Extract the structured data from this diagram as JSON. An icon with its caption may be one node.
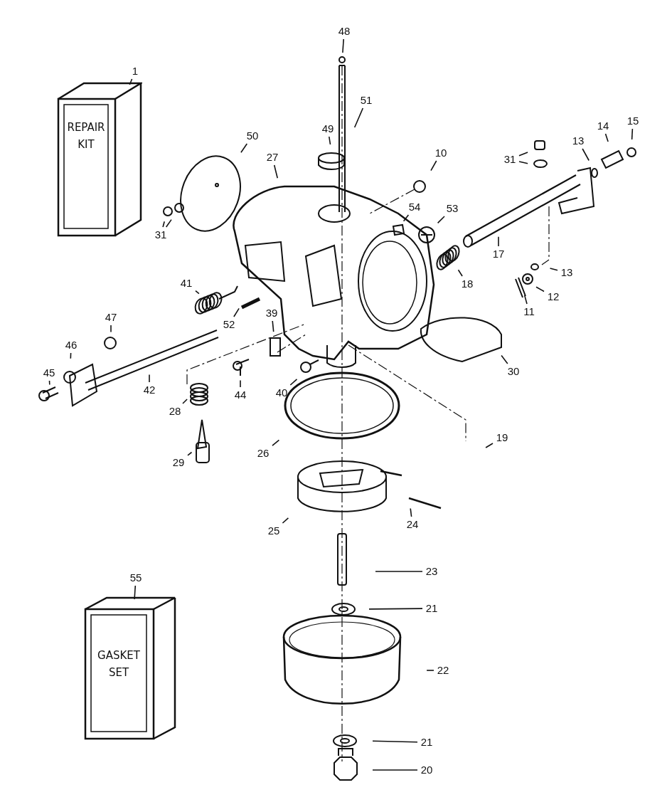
{
  "diagram": {
    "nodes": [
      {
        "text": [
          "1"
        ]
      },
      {
        "text": [
          "REPAIR KIT"
        ]
      },
      {
        "text": [
          "48"
        ]
      },
      {
        "text": [
          "51"
        ]
      },
      {
        "text": [
          "49"
        ]
      },
      {
        "text": [
          "50"
        ]
      },
      {
        "text": [
          "27"
        ]
      },
      {
        "text": [
          "31"
        ]
      },
      {
        "text": [
          "13"
        ]
      },
      {
        "text": [
          "14"
        ]
      },
      {
        "text": [
          "15"
        ]
      },
      {
        "text": [
          "10"
        ]
      },
      {
        "text": [
          "31"
        ]
      },
      {
        "text": [
          "54"
        ]
      },
      {
        "text": [
          "53"
        ]
      },
      {
        "text": [
          "17"
        ]
      },
      {
        "text": [
          "18"
        ]
      },
      {
        "text": [
          "13"
        ]
      },
      {
        "text": [
          "12"
        ]
      },
      {
        "text": [
          "11"
        ]
      },
      {
        "text": [
          "41"
        ]
      },
      {
        "text": [
          "52"
        ]
      },
      {
        "text": [
          "39"
        ]
      },
      {
        "text": [
          "47"
        ]
      },
      {
        "text": [
          "46"
        ]
      },
      {
        "text": [
          "45"
        ]
      },
      {
        "text": [
          "42"
        ]
      },
      {
        "text": [
          "28"
        ]
      },
      {
        "text": [
          "44"
        ]
      },
      {
        "text": [
          "40"
        ]
      },
      {
        "text": [
          "30"
        ]
      },
      {
        "text": [
          "19"
        ]
      },
      {
        "text": [
          "29"
        ]
      },
      {
        "text": [
          "26"
        ]
      },
      {
        "text": [
          "25"
        ]
      },
      {
        "text": [
          "24"
        ]
      },
      {
        "text": [
          "23"
        ]
      },
      {
        "text": [
          "55"
        ]
      },
      {
        "text": [
          "GASKET SET"
        ]
      },
      {
        "text": [
          "21"
        ]
      },
      {
        "text": [
          "22"
        ]
      },
      {
        "text": [
          "21"
        ]
      },
      {
        "text": [
          "20"
        ]
      }
    ],
    "edges": [
      {
        "from": 0,
        "to": 1,
        "arrow": "none"
      },
      {
        "from": 2,
        "to": null,
        "arrow": "none"
      },
      {
        "from": 3,
        "to": null,
        "arrow": "none"
      },
      {
        "from": 4,
        "to": null,
        "arrow": "none"
      },
      {
        "from": 5,
        "to": null,
        "arrow": "none"
      },
      {
        "from": 6,
        "to": null,
        "arrow": "none"
      },
      {
        "from": 7,
        "to": null,
        "arrow": "none"
      },
      {
        "from": 7,
        "to": null,
        "arrow": "none"
      },
      {
        "from": 8,
        "to": null,
        "arrow": "none"
      },
      {
        "from": 9,
        "to": null,
        "arrow": "none"
      },
      {
        "from": 10,
        "to": null,
        "arrow": "none"
      },
      {
        "from": 11,
        "to": null,
        "arrow": "none"
      },
      {
        "from": 12,
        "to": null,
        "arrow": "none"
      },
      {
        "from": 12,
        "to": null,
        "arrow": "none"
      },
      {
        "from": 13,
        "to": null,
        "arrow": "none"
      },
      {
        "from": 14,
        "to": null,
        "arrow": "none"
      },
      {
        "from": 15,
        "to": null,
        "arrow": "none"
      },
      {
        "from": 16,
        "to": null,
        "arrow": "none"
      },
      {
        "from": 17,
        "to": null,
        "arrow": "none"
      },
      {
        "from": 18,
        "to": null,
        "arrow": "none"
      },
      {
        "from": 19,
        "to": null,
        "arrow": "none"
      },
      {
        "from": 20,
        "to": null,
        "arrow": "none"
      },
      {
        "from": 21,
        "to": null,
        "arrow": "none"
      },
      {
        "from": 22,
        "to": null,
        "arrow": "none"
      },
      {
        "from": 23,
        "to": null,
        "arrow": "none"
      },
      {
        "from": 24,
        "to": null,
        "arrow": "none"
      },
      {
        "from": 25,
        "to": null,
        "arrow": "none"
      },
      {
        "from": 26,
        "to": null,
        "arrow": "none"
      },
      {
        "from": 27,
        "to": null,
        "arrow": "none"
      },
      {
        "from": 28,
        "to": null,
        "arrow": "none"
      },
      {
        "from": 29,
        "to": null,
        "arrow": "none"
      },
      {
        "from": 30,
        "to": null,
        "arrow": "none"
      },
      {
        "from": 31,
        "to": null,
        "arrow": "none"
      },
      {
        "from": 32,
        "to": null,
        "arrow": "none"
      },
      {
        "from": 33,
        "to": null,
        "arrow": "none"
      },
      {
        "from": 34,
        "to": null,
        "arrow": "none"
      },
      {
        "from": 35,
        "to": null,
        "arrow": "none"
      },
      {
        "from": 36,
        "to": null,
        "arrow": "none"
      },
      {
        "from": 37,
        "to": 38,
        "arrow": "none"
      },
      {
        "from": 39,
        "to": null,
        "arrow": "none"
      },
      {
        "from": 40,
        "to": null,
        "arrow": "none"
      },
      {
        "from": 41,
        "to": null,
        "arrow": "none"
      },
      {
        "from": 42,
        "to": null,
        "arrow": "none"
      }
    ]
  }
}
